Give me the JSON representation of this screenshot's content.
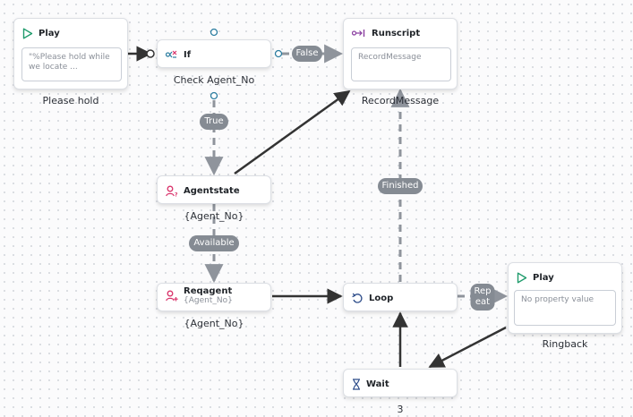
{
  "colors": {
    "edge_solid": "#333333",
    "edge_dashed": "#8f949c",
    "pill": "#858b93",
    "play_icon": "#1e9b6b",
    "if_icon": "#2c7da0",
    "runscript_icon": "#8a3fa0",
    "agent_icon": "#d9336b",
    "loop_icon": "#2e4d8a",
    "wait_icon": "#2e4d8a"
  },
  "nodes": {
    "play1": {
      "title": "Play",
      "icon": "play-icon",
      "prop": "\"%Please hold while we locate ...",
      "caption": "Please hold"
    },
    "if": {
      "title": "If",
      "icon": "if-icon",
      "caption": "Check Agent_No"
    },
    "runscript": {
      "title": "Runscript",
      "icon": "runscript-icon",
      "prop": "RecordMessage",
      "caption": "RecordMessage"
    },
    "agentstate": {
      "title": "Agentstate",
      "icon": "agent-icon",
      "caption": "{Agent_No}"
    },
    "reqagent": {
      "title": "Reqagent",
      "subtitle": "{Agent_No}",
      "icon": "agent-add-icon",
      "caption": "{Agent_No}"
    },
    "loop": {
      "title": "Loop",
      "icon": "loop-icon"
    },
    "play2": {
      "title": "Play",
      "icon": "play-icon",
      "prop": "No property value",
      "caption": "Ringback"
    },
    "wait": {
      "title": "Wait",
      "icon": "hourglass-icon",
      "caption": "3"
    }
  },
  "edge_labels": {
    "false": "False",
    "true": "True",
    "available": "Available",
    "finished": "Finished",
    "repeat": "Rep eat"
  }
}
